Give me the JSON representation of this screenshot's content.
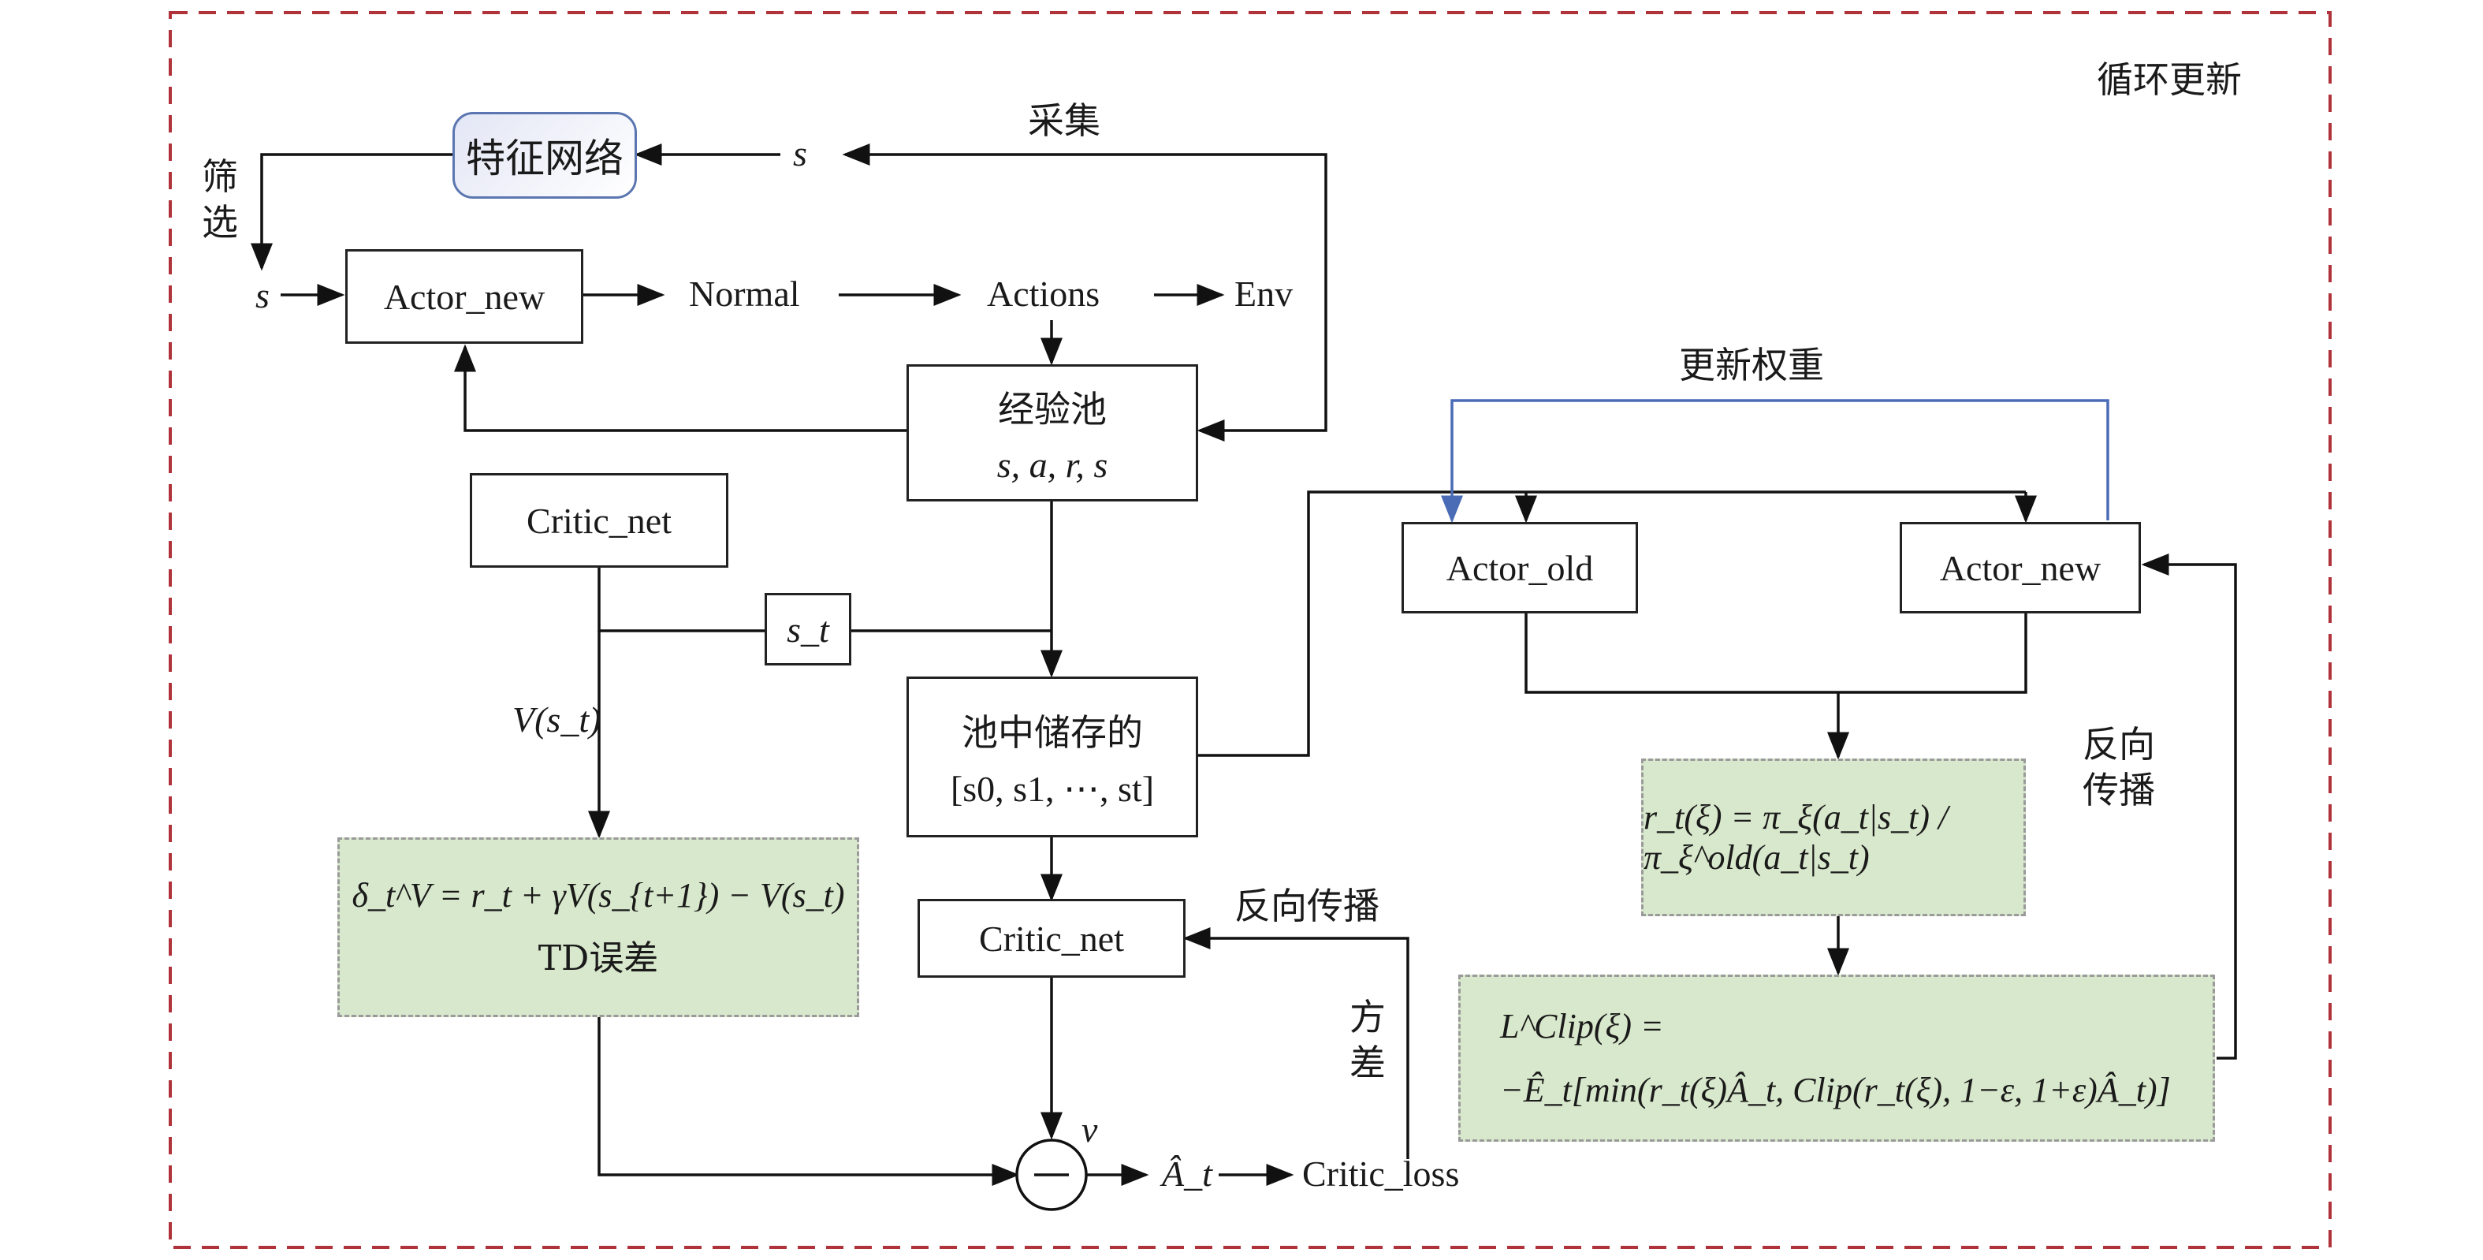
{
  "frame": {
    "label": "循环更新",
    "border_color": "#b0323a"
  },
  "feature_net": {
    "label": "特征网络"
  },
  "labels": {
    "collect": "采集",
    "filter": "筛选",
    "state_s": "s",
    "normal": "Normal",
    "actions": "Actions",
    "env": "Env",
    "update_weights": "更新权重",
    "backprop_right": "反向传播",
    "backprop_mid": "反向传播",
    "variance": "方差",
    "v_st": "V(s_t)",
    "v": "v",
    "a_hat": "Â_t",
    "critic_loss": "Critic_loss",
    "st": "s_t"
  },
  "boxes": {
    "actor_new_left": "Actor_new",
    "replay_title": "经验池",
    "replay_sub": "s, a, r, s",
    "critic_net_top": "Critic_net",
    "pool_title": "池中储存的",
    "pool_sub": "[s0, s1, ⋯, st]",
    "critic_net_mid": "Critic_net",
    "actor_old": "Actor_old",
    "actor_new_right": "Actor_new"
  },
  "formulas": {
    "td_error": "δ_t^V = r_t + γV(s_{t+1}) − V(s_t)",
    "td_label": "TD误差",
    "ratio": "r_t(ξ) = π_ξ(a_t|s_t) / π_ξ^old(a_t|s_t)",
    "clip_line1": "L^Clip(ξ) =",
    "clip_line2": "−Ê_t[min(r_t(ξ)Â_t, Clip(r_t(ξ), 1−ε, 1+ε)Â_t)]"
  },
  "colors": {
    "green_fill": "#d8e8cc",
    "blue_line": "#4a6bb5",
    "frame": "#b0323a"
  }
}
